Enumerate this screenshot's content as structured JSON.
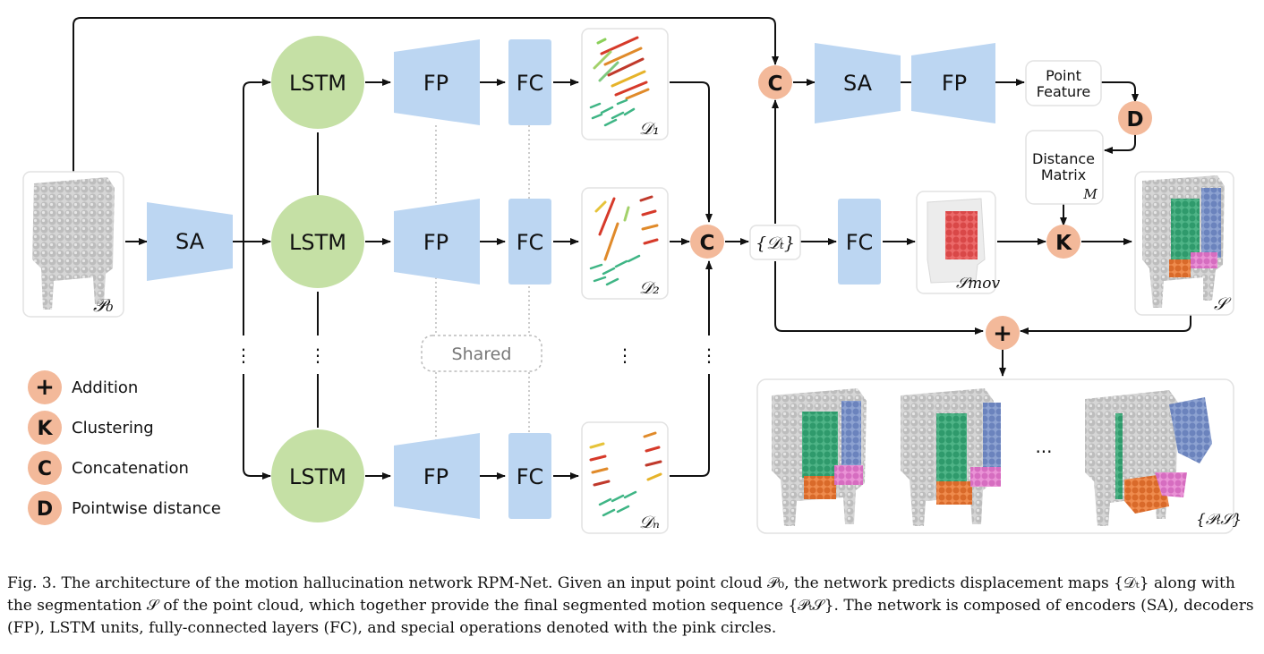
{
  "blocks": {
    "sa_main": "SA",
    "sa_top": "SA",
    "lstm": "LSTM",
    "fp": "FP",
    "fc": "FC",
    "shared": "Shared",
    "point_feature_line1": "Point",
    "point_feature_line2": "Feature",
    "distance_matrix_line1": "Distance",
    "distance_matrix_line2": "Matrix",
    "dots": "⋮",
    "ellipsis": "..."
  },
  "math_labels": {
    "p0": "𝒫₀",
    "d1": "𝒟₁",
    "d2": "𝒟₂",
    "dn": "𝒟ₙ",
    "dt_set": "{𝒟ₜ}",
    "s_mov": "𝒮mov",
    "s": "𝒮",
    "m": "M",
    "pts": "{𝒫ₜ𝒮}"
  },
  "ops": {
    "concat_symbol": "C",
    "cluster_symbol": "K",
    "distance_symbol": "D",
    "add_symbol": "+"
  },
  "legend": [
    {
      "symbol": "+",
      "label": "Addition"
    },
    {
      "symbol": "K",
      "label": "Clustering"
    },
    {
      "symbol": "C",
      "label": "Concatenation"
    },
    {
      "symbol": "D",
      "label": "Pointwise distance"
    }
  ],
  "caption": "Fig. 3.  The architecture of the motion hallucination network RPM-Net. Given an input point cloud 𝒫₀, the network predicts displacement maps {𝒟ₜ} along with the segmentation 𝒮 of the point cloud, which together provide the final segmented motion sequence {𝒫ₜ𝒮}. The network is composed of encoders (SA), decoders (FP), LSTM units, fully-connected layers (FC), and special operations denoted with the pink circles.",
  "colors": {
    "block_blue": "#bcd6f2",
    "lstm_green": "#c5e0a5",
    "op_pink": "#f3b99a",
    "seg_green": "#3aa97a",
    "seg_blue": "#7b93c9",
    "seg_orange": "#e67a3a",
    "seg_pink": "#e07ac8",
    "gray_point": "#c9c9c9"
  }
}
